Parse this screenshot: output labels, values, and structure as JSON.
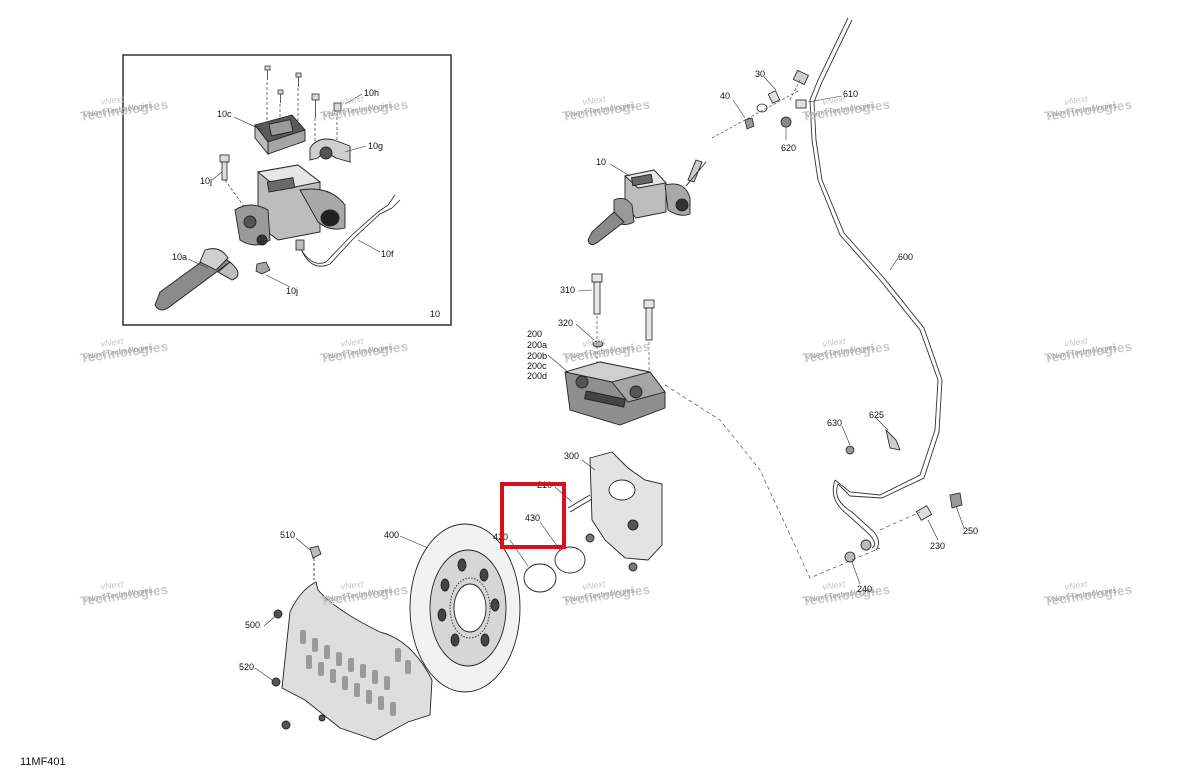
{
  "diagram_ref": "11MF401",
  "watermark": {
    "line1": "vNext",
    "line2": "Technologies",
    "line3": "vNext Technologies"
  },
  "highlight_color": "#d8101a",
  "inset": {
    "number": "10",
    "labels": [
      "10c",
      "10h",
      "10g",
      "10j",
      "10a",
      "10j",
      "10f"
    ]
  },
  "labels": {
    "l30": "30",
    "l40": "40",
    "l610": "610",
    "l620": "620",
    "l10": "10",
    "l600": "600",
    "l310": "310",
    "l320": "320",
    "l200": "200",
    "l200a": "200a",
    "l200b": "200b",
    "l200c": "200c",
    "l200d": "200d",
    "l630": "630",
    "l625": "625",
    "l300": "300",
    "l210": "210",
    "l430": "430",
    "l420": "420",
    "l510": "510",
    "l400": "400",
    "l500": "500",
    "l520": "520",
    "l250": "250",
    "l230": "230",
    "l240": "240"
  }
}
